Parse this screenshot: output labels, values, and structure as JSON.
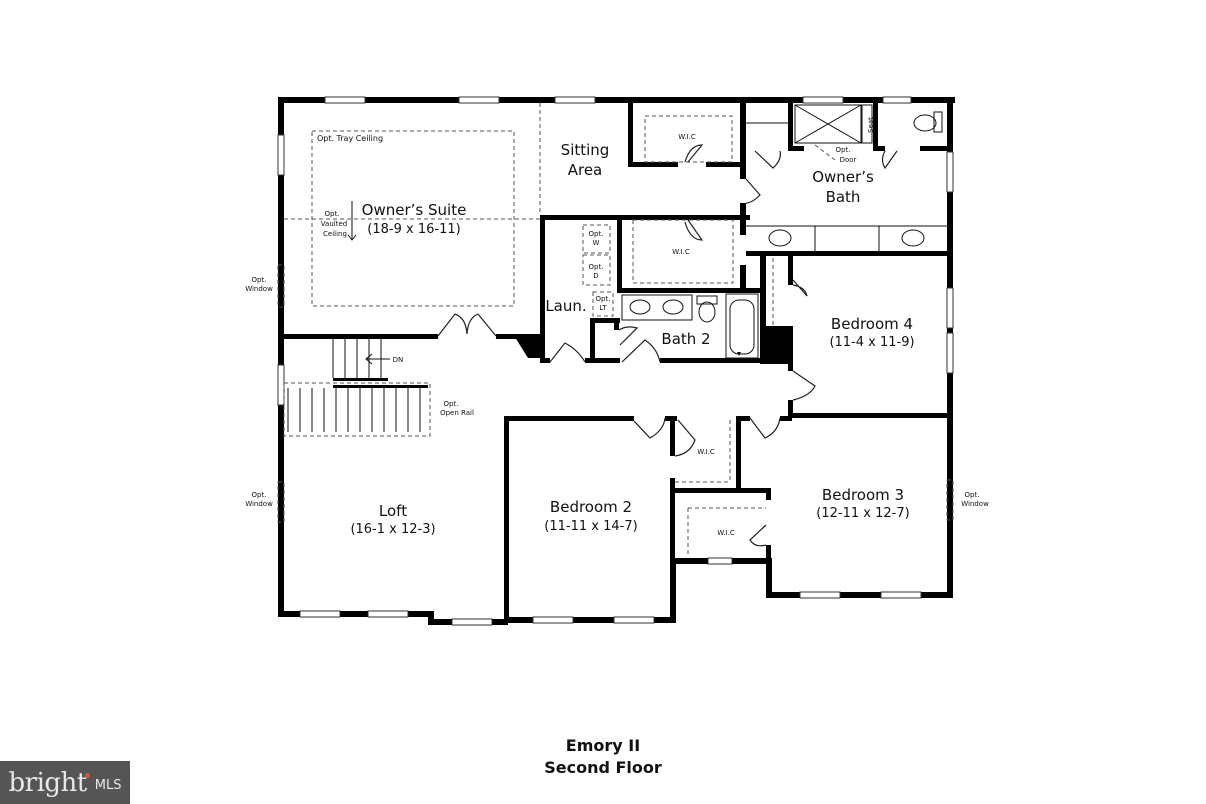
{
  "plan": {
    "title": "Emory II",
    "subtitle": "Second Floor"
  },
  "rooms": {
    "owners_suite": {
      "name": "Owner’s Suite",
      "dims": "(18-9 x 16-11)"
    },
    "sitting_area": {
      "line1": "Sitting",
      "line2": "Area"
    },
    "owners_bath": {
      "line1": "Owner’s",
      "line2": "Bath"
    },
    "laundry": {
      "name": "Laun."
    },
    "bath2": {
      "name": "Bath 2"
    },
    "bedroom4": {
      "name": "Bedroom 4",
      "dims": "(11-4 x 11-9)"
    },
    "loft": {
      "name": "Loft",
      "dims": "(16-1 x 12-3)"
    },
    "bedroom2": {
      "name": "Bedroom 2",
      "dims": "(11-11 x 14-7)"
    },
    "bedroom3": {
      "name": "Bedroom 3",
      "dims": "(12-11 x 12-7)"
    }
  },
  "annotations": {
    "tray_ceiling": "Opt. Tray Ceiling",
    "vaulted_1": "Opt.",
    "vaulted_2": "Vaulted",
    "vaulted_3": "Ceiling",
    "wic": "W.I.C",
    "opt": "Opt.",
    "window": "Window",
    "door": "Door",
    "seat": "Seat",
    "dn": "DN",
    "open_rail": "Open Rail",
    "w": "W",
    "d": "D",
    "lt": "LT"
  },
  "branding": {
    "word": "brigh",
    "t_char": "t",
    "mls": "MLS",
    "accent_color": "#e0523c",
    "bg_color": "#555555"
  }
}
